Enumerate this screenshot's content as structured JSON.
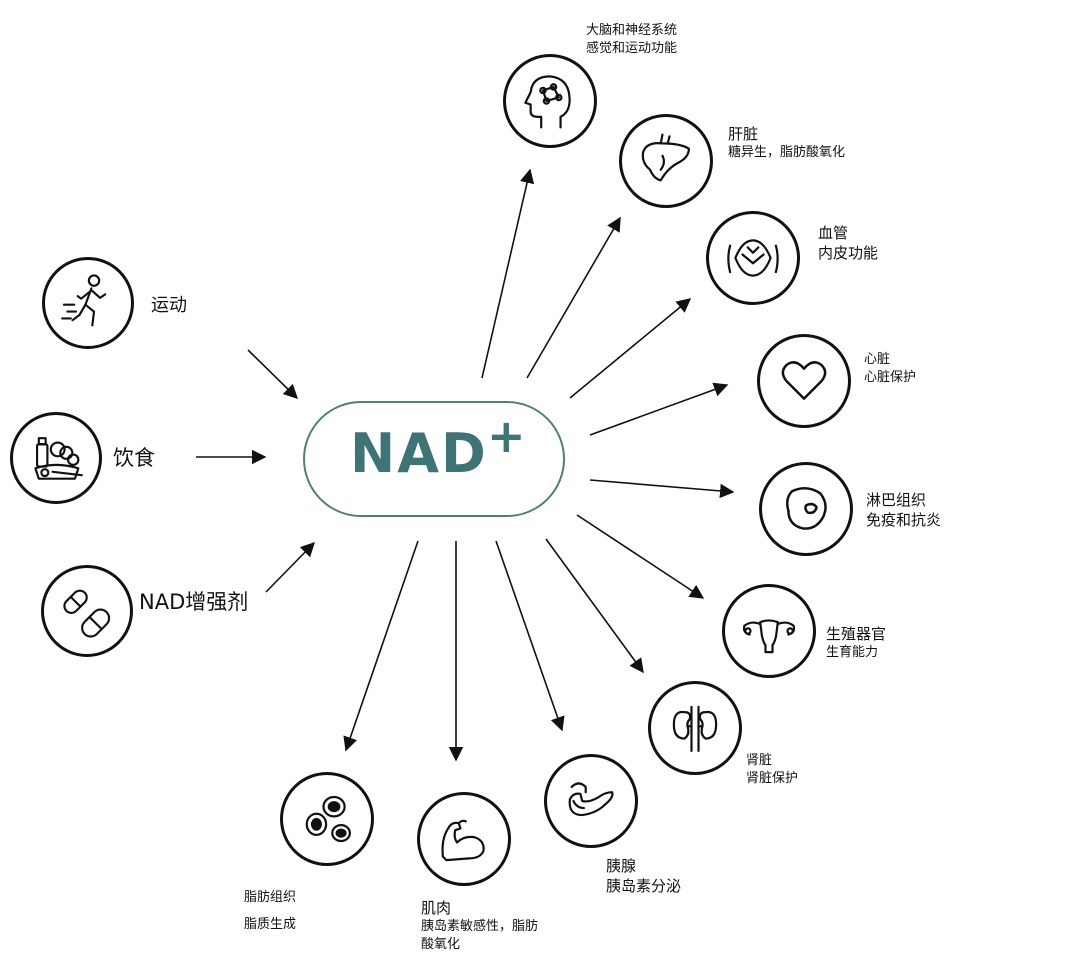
{
  "center": {
    "main": "NAD",
    "sup": "+"
  },
  "inputs": [
    {
      "label": "运动",
      "icon": "running-person-icon"
    },
    {
      "label": "饮食",
      "icon": "food-groceries-icon"
    },
    {
      "label": "NAD增强剂",
      "icon": "capsule-pills-icon"
    }
  ],
  "outputs": [
    {
      "title": "大脑和神经系统",
      "subtitle": "感觉和运动功能",
      "icon": "brain-head-icon"
    },
    {
      "title": "肝脏",
      "subtitle": "糖异生，脂肪酸氧化",
      "icon": "liver-icon"
    },
    {
      "title": "血管",
      "subtitle": "内皮功能",
      "icon": "blood-vessel-icon"
    },
    {
      "title": "心脏",
      "subtitle": "心脏保护",
      "icon": "heart-icon"
    },
    {
      "title": "淋巴组织",
      "subtitle": "免疫和抗炎",
      "icon": "lymph-cell-icon"
    },
    {
      "title": "生殖器官",
      "subtitle": "生育能力",
      "icon": "uterus-icon"
    },
    {
      "title": "肾脏",
      "subtitle": "肾脏保护",
      "icon": "kidneys-icon"
    },
    {
      "title": "胰腺",
      "subtitle": "胰岛素分泌",
      "icon": "pancreas-icon"
    },
    {
      "title": "肌肉",
      "subtitle": "胰岛素敏感性，脂肪",
      "subtitle2": "酸氧化",
      "icon": "flexed-arm-icon"
    },
    {
      "title": "脂肪组织",
      "subtitle": "脂质生成",
      "icon": "fat-cells-icon"
    }
  ],
  "colors": {
    "center_text": "#3d7476",
    "center_border": "#4d7f80",
    "line": "#111111"
  }
}
